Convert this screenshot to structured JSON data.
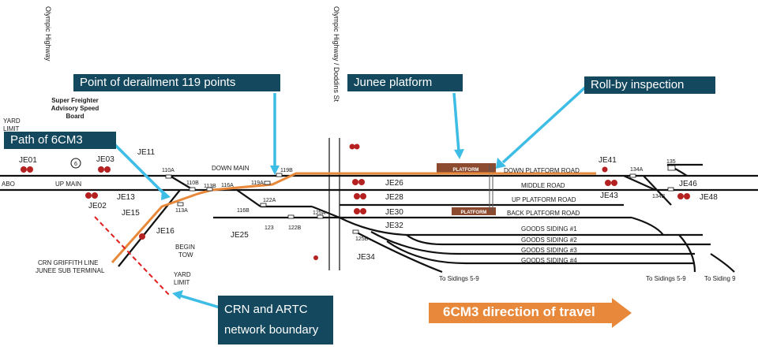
{
  "callouts": {
    "derailment": "Point of derailment  119 points",
    "platform": "Junee platform",
    "rollby": "Roll-by  inspection",
    "path": "Path of 6CM3",
    "boundary_line1": "CRN  and  ARTC",
    "boundary_line2": "network  boundary"
  },
  "direction": "6CM3 direction of travel",
  "roads": {
    "olympic_hwy": "Olympic Highway",
    "olympic_dodds": "Olympic Highway / Doddins St"
  },
  "notes": {
    "super1": "Super Freighter",
    "super2": "Advisory Speed",
    "super3": "Board",
    "yard1": "YARD",
    "yard2": "LIMIT",
    "abo": "ABO",
    "crn1": "CRN GRIFFITH LINE",
    "crn2": "JUNEE SUB TERMINAL",
    "begin1": "BEGIN",
    "begin2": "TOW",
    "yard3": "YARD",
    "yard4": "LIMIT",
    "speed": "6"
  },
  "tracks": {
    "down_main": "DOWN MAIN",
    "up_main": "UP MAIN",
    "down_platform": "DOWN PLATFORM ROAD",
    "middle": "MIDDLE ROAD",
    "up_platform": "UP PLATFORM ROAD",
    "back_platform": "BACK PLATFORM ROAD",
    "gs1": "GOODS SIDING #1",
    "gs2": "GOODS SIDING #2",
    "gs3": "GOODS SIDING #3",
    "gs4": "GOODS SIDING #4",
    "platform": "PLATFORM"
  },
  "signals": {
    "je01": "JE01",
    "je03": "JE03",
    "je11": "JE11",
    "je02": "JE02",
    "je13": "JE13",
    "je15": "JE15",
    "je16": "JE16",
    "je25": "JE25",
    "je26": "JE26",
    "je28": "JE28",
    "je30": "JE30",
    "je32": "JE32",
    "je34": "JE34",
    "je41": "JE41",
    "je43": "JE43",
    "je46": "JE46",
    "je48": "JE48"
  },
  "points": {
    "p110a": "110A",
    "p110b": "110B",
    "p113b": "113B",
    "p116a": "116A",
    "p119a": "119A",
    "p119b": "119B",
    "p113a": "113A",
    "p116b": "116B",
    "p122a": "122A",
    "p122b": "122B",
    "p123": "123",
    "p125a": "125A",
    "p125b": "125B",
    "p134a": "134A",
    "p134b": "134B",
    "p135": "135"
  },
  "sidings": {
    "s1": "To Sidings 5-9",
    "s2": "To Sidings 5-9",
    "s3": "To Siding 9"
  },
  "colors": {
    "callout_bg": "#13485f",
    "callout_pointer": "#3dbde6",
    "path": "#e8883a",
    "boundary": "#e02020",
    "platform": "#8c4a2f",
    "signal": "#b52020"
  }
}
